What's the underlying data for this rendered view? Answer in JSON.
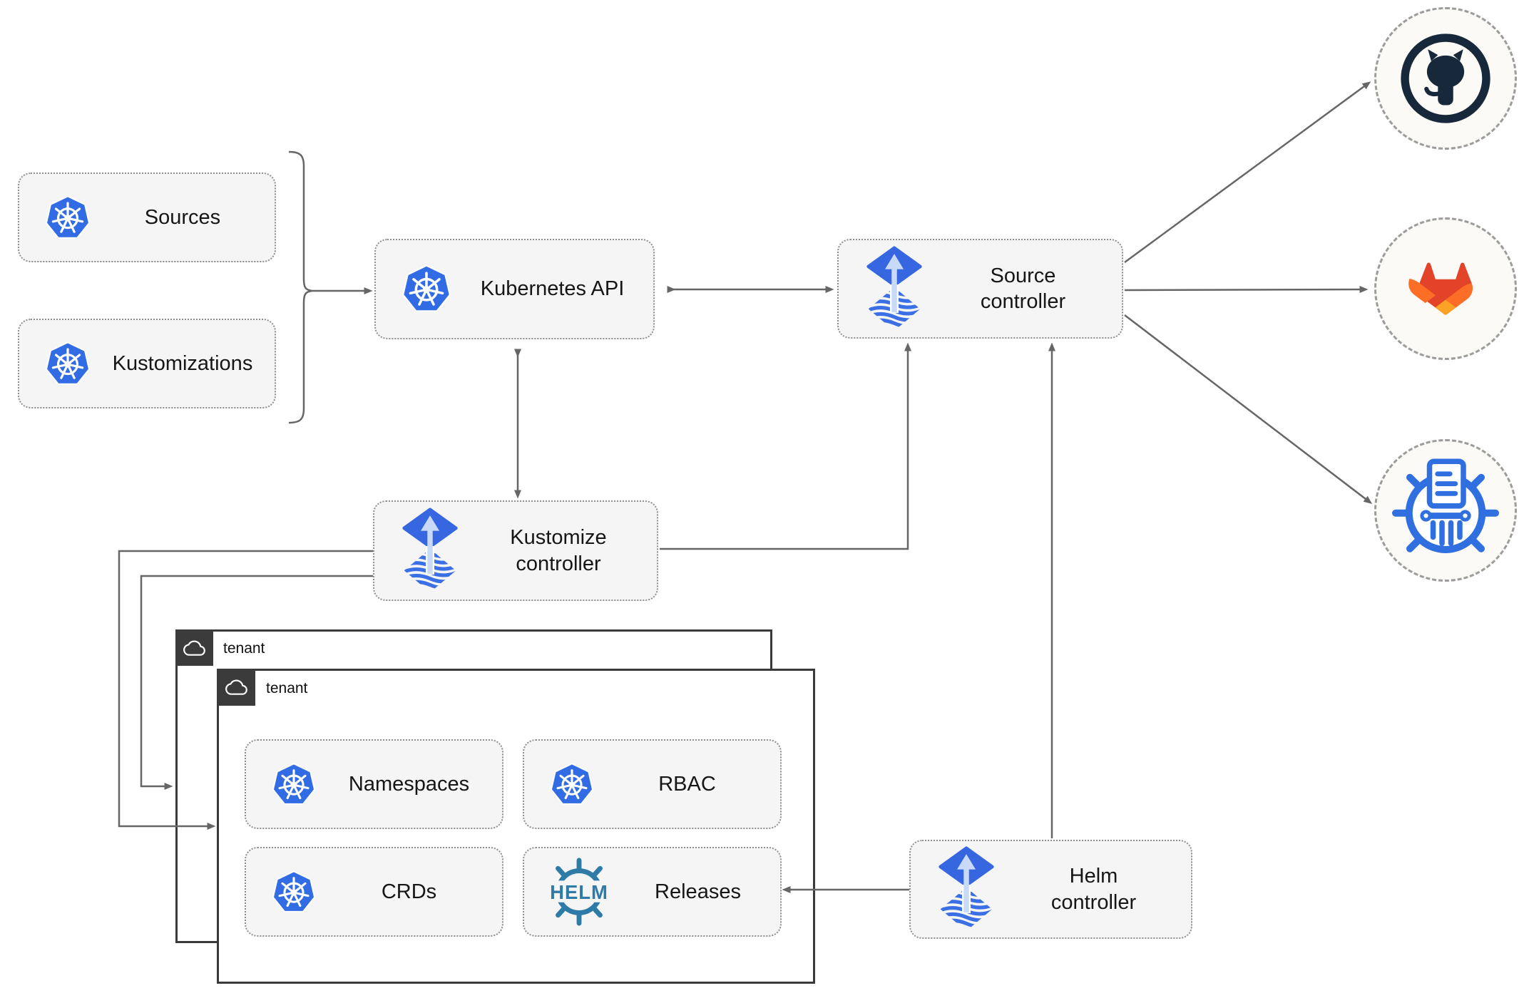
{
  "nodes": {
    "sources": {
      "label": "Sources"
    },
    "kustomizations": {
      "label": "Kustomizations"
    },
    "kubernetes_api": {
      "label": "Kubernetes API"
    },
    "source_controller": {
      "label": "Source controller"
    },
    "kustomize_controller": {
      "label": "Kustomize controller"
    },
    "helm_controller": {
      "label": "Helm controller"
    },
    "namespaces": {
      "label": "Namespaces"
    },
    "rbac": {
      "label": "RBAC"
    },
    "crds": {
      "label": "CRDs"
    },
    "releases": {
      "label": "Releases"
    }
  },
  "tenants": {
    "back": {
      "label": "tenant"
    },
    "front": {
      "label": "tenant"
    }
  },
  "icons": {
    "kubernetes": "kubernetes-wheel-icon",
    "flux": "flux-arrow-diamond-icon",
    "helm": "helm-wheel-icon",
    "helm_logo_text": "HELM",
    "github": "github-octocat-icon",
    "gitlab": "gitlab-tanuki-icon",
    "storage": "storage-registry-icon",
    "cloud": "cloud-icon"
  },
  "colors": {
    "kubernetes_blue": "#326CE5",
    "flux_blue": "#3667E0",
    "flux_arrow_light": "#C9D9F8",
    "helm_blue": "#2E7BA8",
    "github_dark": "#16283A",
    "gitlab_red": "#E24329",
    "gitlab_orange": "#FC6D26",
    "gitlab_yellow": "#FCA326",
    "storage_blue": "#2F6FE0",
    "line_gray": "#666666",
    "node_fill": "#F5F5F5",
    "tenant_border": "#3A3A3A"
  }
}
